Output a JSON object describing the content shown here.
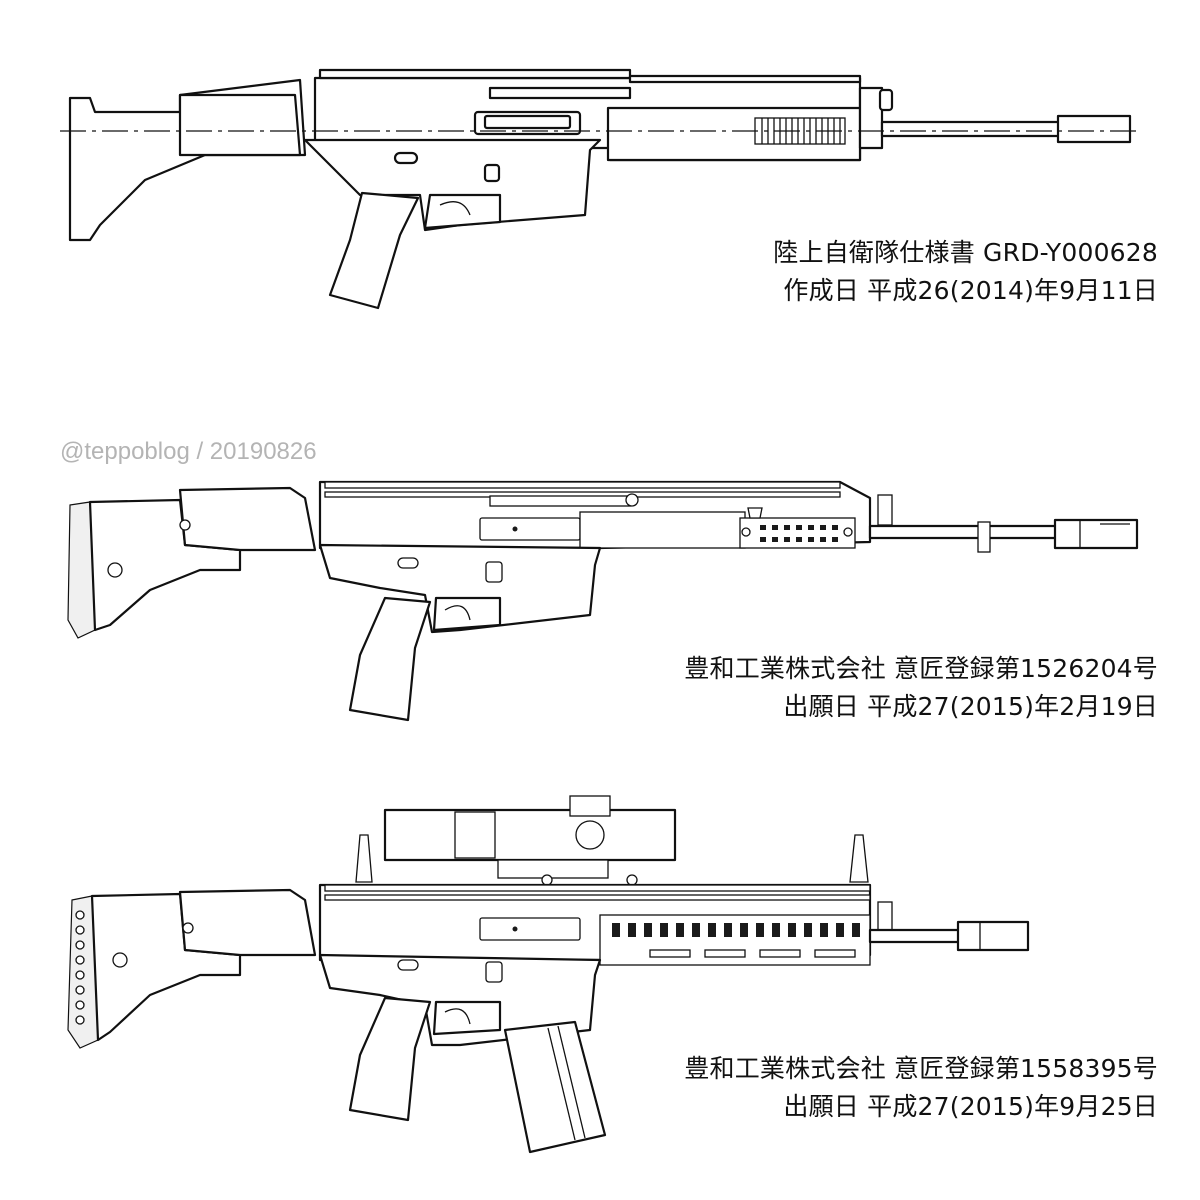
{
  "watermark": "@teppoblog / 20190826",
  "figures": [
    {
      "caption_line1": "陸上自衛隊仕様書  GRD-Y000628",
      "caption_line2": "作成日  平成26(2014)年9月11日"
    },
    {
      "caption_line1": "豊和工業株式会社  意匠登録第1526204号",
      "caption_line2": "出願日  平成27(2015)年2月19日"
    },
    {
      "caption_line1": "豊和工業株式会社  意匠登録第1558395号",
      "caption_line2": "出願日  平成27(2015)年9月25日"
    }
  ]
}
